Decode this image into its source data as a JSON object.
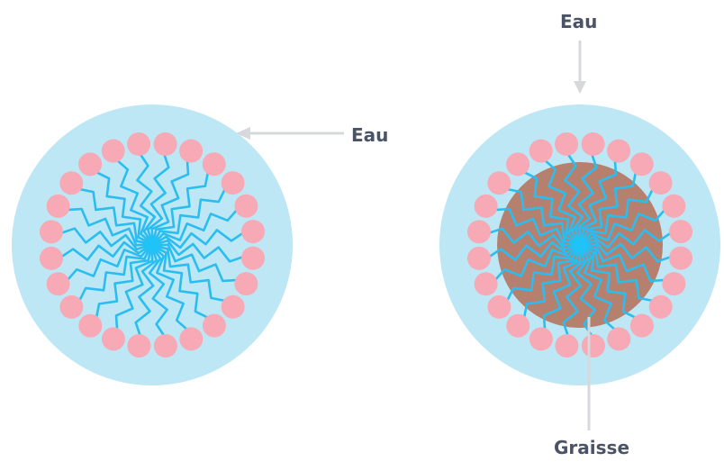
{
  "labels": {
    "water_left": "Eau",
    "water_top": "Eau",
    "fat": "Graisse"
  },
  "micelles": [
    {
      "name": "micelle-in-water",
      "has_fat_core": false
    },
    {
      "name": "micelle-with-fat",
      "has_fat_core": true
    }
  ],
  "colors": {
    "water": "#bde7f4",
    "head": "#f7a9b6",
    "tail": "#2bbdf0",
    "center": "#1fc3f5",
    "fat": "#b5806e",
    "arrow": "#d6d8dc",
    "label": "#4a5466"
  },
  "icons": {
    "surfactant_head": "pink-circle",
    "surfactant_tail": "zigzag-line"
  }
}
